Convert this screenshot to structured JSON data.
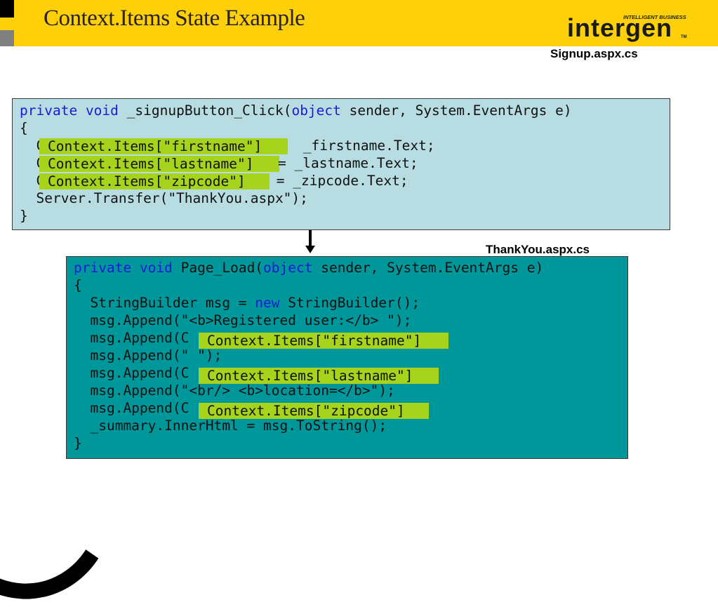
{
  "slide": {
    "title": "Context.Items State Example"
  },
  "logo": {
    "tagline": "INTELLIGENT BUSINESS",
    "name": "intergen",
    "tm": "TM"
  },
  "signup": {
    "file_label": "Signup.aspx.cs",
    "lines": [
      {
        "kw1": "private",
        "kw2": "void",
        "rest1": " _signupButton_Click(",
        "kw3": "object",
        "rest2": " sender, System.EventArgs e)"
      },
      {
        "text": "{"
      },
      {
        "text": "  C"
      },
      {
        "text": "  C"
      },
      {
        "text": "  C"
      },
      {
        "text": "  Server.Transfer(\"ThankYou.aspx\");"
      },
      {
        "text": "}"
      }
    ],
    "highlights": [
      {
        "label": "Context.Items[\"firstname\"]",
        "suffix": " _firstname.Text;"
      },
      {
        "label": "Context.Items[\"lastname\"]",
        "suffix": "= _lastname.Text;"
      },
      {
        "label": "Context.Items[\"zipcode\"]",
        "suffix": " = _zipcode.Text;"
      }
    ]
  },
  "thankyou": {
    "file_label": "ThankYou.aspx.cs",
    "lines": [
      {
        "kw1": "private",
        "kw2": "void",
        "rest1": " Page_Load(",
        "kw3": "object",
        "rest2": " sender, System.EventArgs e)"
      },
      {
        "text": "{"
      },
      {
        "pre": "  StringBuilder msg = ",
        "kw": "new",
        "post": " StringBuilder();"
      },
      {
        "text": "  msg.Append(\"<b>Registered user:</b> \");"
      },
      {
        "text": "  msg.Append(C"
      },
      {
        "text": "  msg.Append(\" \");"
      },
      {
        "text": "  msg.Append(C"
      },
      {
        "text": "  msg.Append(\"<br/> <b>location=</b>\");"
      },
      {
        "text": "  msg.Append(C"
      },
      {
        "text": "  _summary.InnerHtml = msg.ToString();"
      },
      {
        "text": "}"
      }
    ],
    "highlights": [
      {
        "label": "Context.Items[\"firstname\"]"
      },
      {
        "label": "Context.Items[\"lastname\"]"
      },
      {
        "label": "Context.Items[\"zipcode\"]"
      }
    ]
  },
  "colors": {
    "header_bg": "#fdd00a",
    "box1_bg": "#b7dde2",
    "box2_bg": "#00979b",
    "highlight": "#a6d41c",
    "keyword": "#1a1ad8"
  }
}
